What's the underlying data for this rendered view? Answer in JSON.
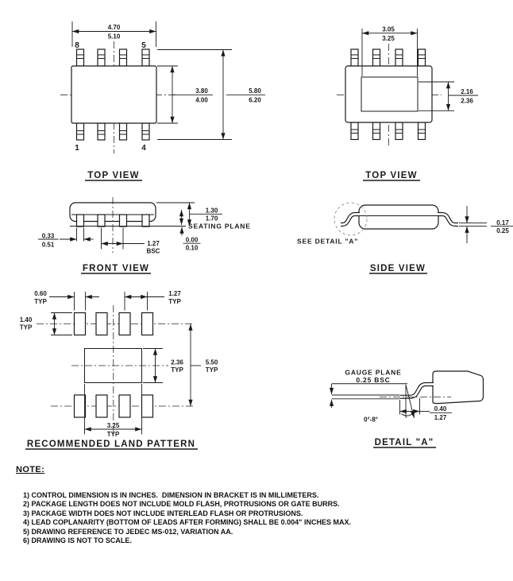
{
  "drawing": {
    "views": {
      "top_view_left": {
        "title": "TOP VIEW",
        "pins": {
          "top_left": "8",
          "top_right": "5",
          "bottom_left": "1",
          "bottom_right": "4"
        },
        "dim_width_min": "4.70",
        "dim_width_max": "5.10",
        "dim_body_height_min": "3.80",
        "dim_body_height_max": "4.00",
        "dim_overall_height_min": "5.80",
        "dim_overall_height_max": "6.20"
      },
      "top_view_right": {
        "title": "TOP VIEW",
        "dim_pad_width_min": "3.05",
        "dim_pad_width_max": "3.25",
        "dim_pad_height_min": "2.16",
        "dim_pad_height_max": "2.36"
      },
      "front_view": {
        "title": "FRONT VIEW",
        "seating_plane_label": "SEATING PLANE",
        "dim_lead_width_min": "0.33",
        "dim_lead_width_max": "0.51",
        "dim_pitch": "1.27",
        "dim_pitch_suffix": "BSC",
        "dim_height_min": "1.30",
        "dim_height_max": "1.70",
        "dim_standoff_min": "0.00",
        "dim_standoff_max": "0.10"
      },
      "side_view": {
        "title": "SIDE VIEW",
        "see_detail_label": "SEE DETAIL \"A\"",
        "dim_lead_thickness_min": "0.17",
        "dim_lead_thickness_max": "0.25"
      },
      "land_pattern": {
        "title": "RECOMMENDED LAND PATTERN",
        "typ": "TYP",
        "dim_pad_width": "0.60",
        "dim_pitch": "1.27",
        "dim_pad_height": "1.40",
        "dim_center_height": "2.36",
        "dim_overall_height": "5.50",
        "dim_center_width": "3.25"
      },
      "detail_a": {
        "title": "DETAIL \"A\"",
        "gauge_plane_label": "GAUGE PLANE",
        "gauge_offset": "0.25 BSC",
        "angle": "0°-8°",
        "dim_foot_min": "0.40",
        "dim_foot_max": "1.27"
      }
    },
    "notes": {
      "heading": "NOTE:",
      "items": [
        "1) CONTROL DIMENSION IS IN INCHES.  DIMENSION IN BRACKET IS IN MILLIMETERS.",
        "2) PACKAGE LENGTH DOES NOT INCLUDE MOLD FLASH, PROTRUSIONS OR GATE BURRS.",
        "3) PACKAGE WIDTH DOES NOT INCLUDE INTERLEAD FLASH OR PROTRUSIONS.",
        "4) LEAD COPLANARITY (BOTTOM OF LEADS AFTER FORMING) SHALL BE 0.004\" INCHES MAX.",
        "5) DRAWING REFERENCE TO JEDEC MS-012, VARIATION AA.",
        "6) DRAWING IS NOT TO SCALE."
      ]
    },
    "colors": {
      "ink": "#1a1a1a",
      "background": "#ffffff"
    }
  }
}
